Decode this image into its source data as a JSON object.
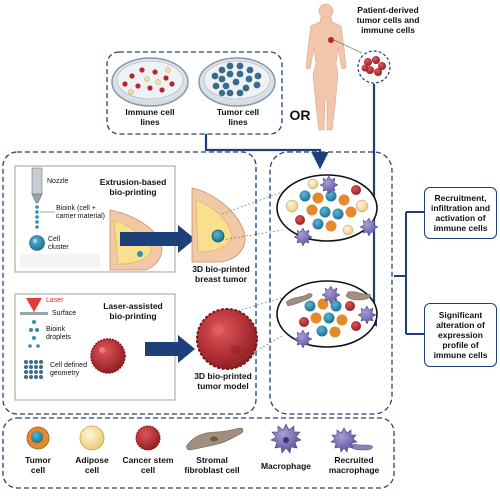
{
  "sources": {
    "patient_label": "Patient-derived\ntumor cells and\nimmune cells",
    "immune_lines": "Immune cell\nlines",
    "tumor_lines": "Tumor cell\nlines",
    "or": "OR"
  },
  "extrusion": {
    "title": "Extrusion-based\nbio-printing",
    "nozzle": "Nozzle",
    "bioink": "Bioink (cell +\ncarrier material)",
    "cluster": "Cell\ncluster",
    "result": "3D bio-printed\nbreast tumor"
  },
  "laser": {
    "title": "Laser-assisted\nbio-printing",
    "laser": "Laser",
    "surface": "Surface",
    "droplets": "Bioink\ndroplets",
    "geometry": "Cell defined\ngeometry",
    "result": "3D bio-printed\ntumor model"
  },
  "outcomes": [
    "Recruitment,\ninfiltration and\nactivation of\nimmune cells",
    "Significant\nalteration of\nexpression\nprofile of\nimmune cells"
  ],
  "legend": [
    {
      "label": "Tumor\ncell",
      "icon": "tumor-cell-icon"
    },
    {
      "label": "Adipose\ncell",
      "icon": "adipose-cell-icon"
    },
    {
      "label": "Cancer stem\ncell",
      "icon": "cancer-stem-cell-icon"
    },
    {
      "label": "Stromal\nfibroblast cell",
      "icon": "fibroblast-icon"
    },
    {
      "label": "Macrophage",
      "icon": "macrophage-icon"
    },
    {
      "label": "Recruited\nmacrophage",
      "icon": "recruited-macrophage-icon"
    }
  ],
  "colors": {
    "navy": "#1d3f7a",
    "dash": "#27407a",
    "tumor_orange": "#e58a2c",
    "tumor_teal": "#2f8fb0",
    "adipose": "#f6e2a4",
    "stem_red": "#b8262b",
    "macrophage": "#7e73b5",
    "fibroblast": "#8a7a6a"
  }
}
